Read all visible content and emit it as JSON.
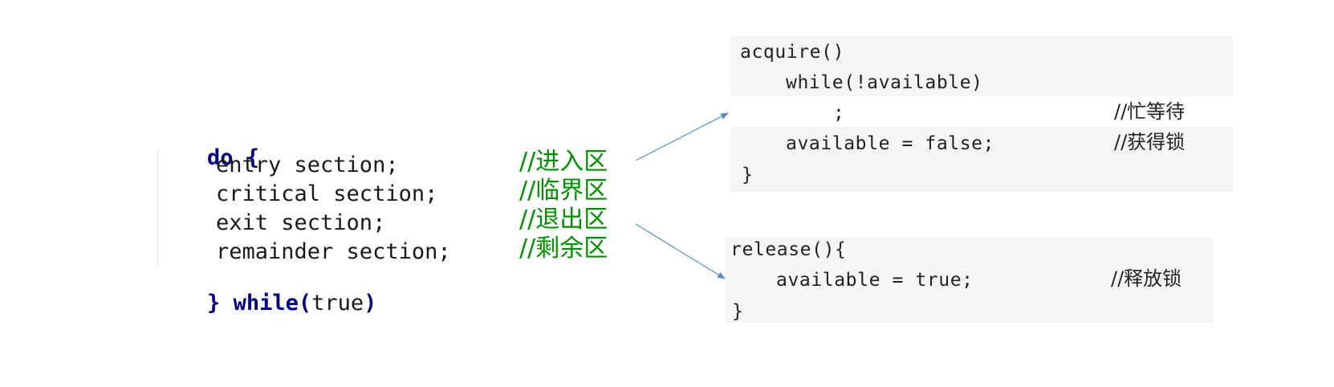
{
  "left_block": {
    "do_keyword": "do",
    "open_brace": " {",
    "lines": [
      {
        "code": "entry section;",
        "comment": "//进入区"
      },
      {
        "code": "critical section;",
        "comment": "//临界区"
      },
      {
        "code": "exit section;",
        "comment": "//退出区"
      },
      {
        "code": "remainder section;",
        "comment": "//剩余区"
      }
    ],
    "close_brace": "}",
    "while_keyword": "while",
    "condition": "(true)"
  },
  "acquire_block": {
    "signature": "acquire()",
    "while_line": "while(!available)",
    "empty_stmt": ";",
    "empty_comment": "//忙等待",
    "assign_line": "available = false;",
    "assign_comment": "//获得锁",
    "close": "}"
  },
  "release_block": {
    "signature": "release(){",
    "assign_line": "available = true;",
    "assign_comment": "//释放锁",
    "close": "}"
  },
  "colors": {
    "keyword": "#000080",
    "comment": "#009000",
    "arrow": "#5b8fbf",
    "panel_bg": "#f5f5f5"
  }
}
